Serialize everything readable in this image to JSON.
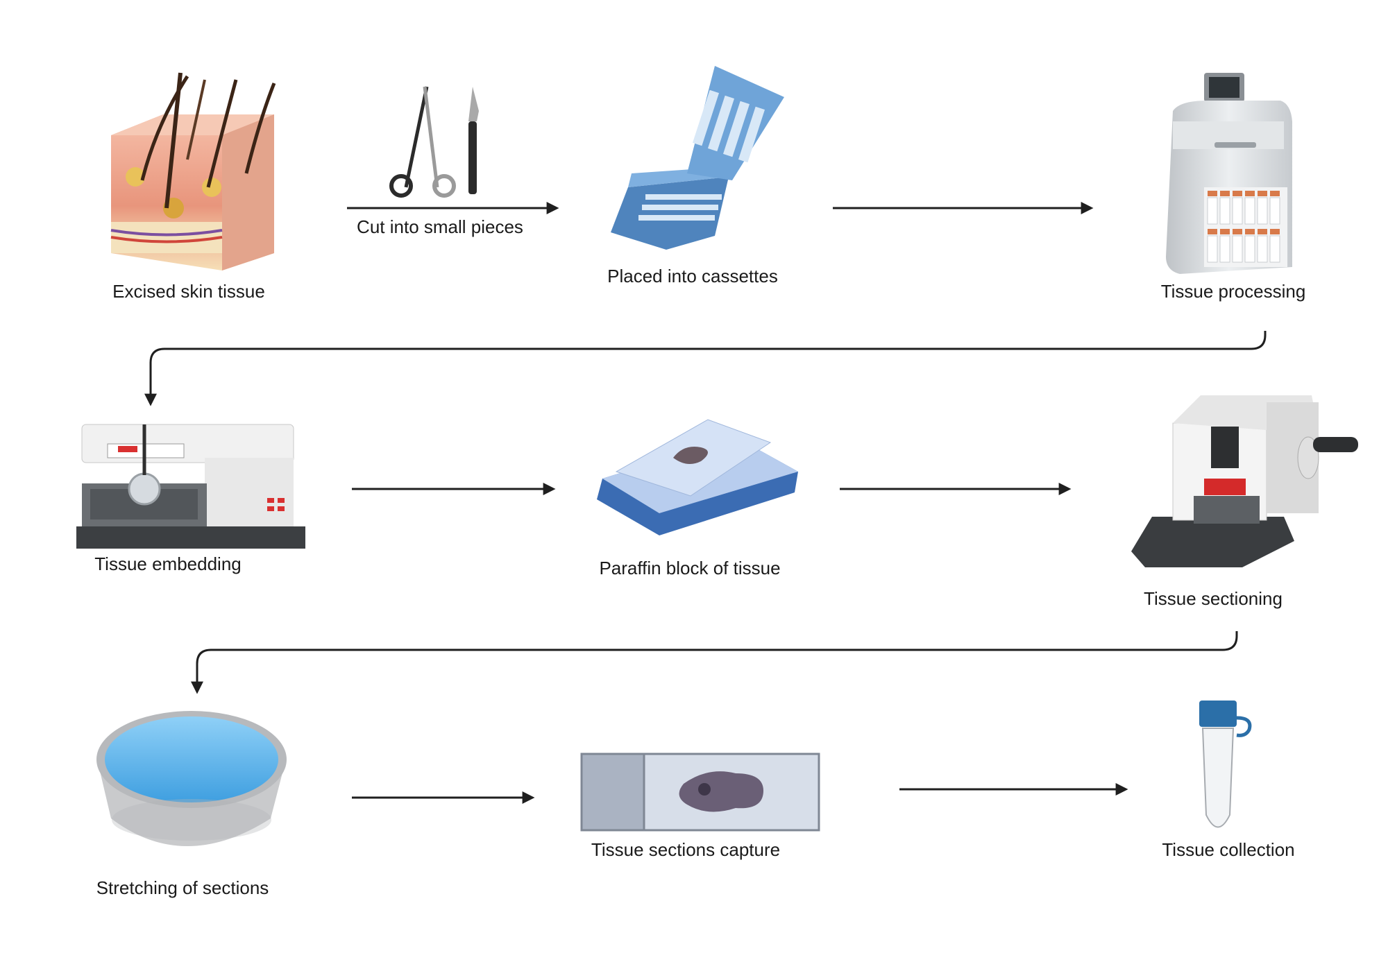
{
  "steps": [
    {
      "label": "Excised skin tissue",
      "icon": "skin-tissue-icon"
    },
    {
      "label": "Placed into cassettes",
      "icon": "cassette-icon"
    },
    {
      "label": "Tissue processing",
      "icon": "tissue-processor-icon"
    },
    {
      "label": "Tissue embedding",
      "icon": "embedding-station-icon"
    },
    {
      "label": "Paraffin block of tissue",
      "icon": "paraffin-block-icon"
    },
    {
      "label": "Tissue sectioning",
      "icon": "microtome-icon"
    },
    {
      "label": "Stretching of sections",
      "icon": "water-bath-icon"
    },
    {
      "label": "Tissue sections capture",
      "icon": "glass-slide-icon"
    },
    {
      "label": "Tissue collection",
      "icon": "collection-tube-icon"
    }
  ],
  "connectors": {
    "cut_label": "Cut into small pieces",
    "tools_icon": "scissors-scalpel-icon"
  },
  "colors": {
    "arrow": "#1f1f1f",
    "cassette": "#5b93cc",
    "water": "#5ab0ea",
    "tube_cap": "#2b6fa8"
  }
}
